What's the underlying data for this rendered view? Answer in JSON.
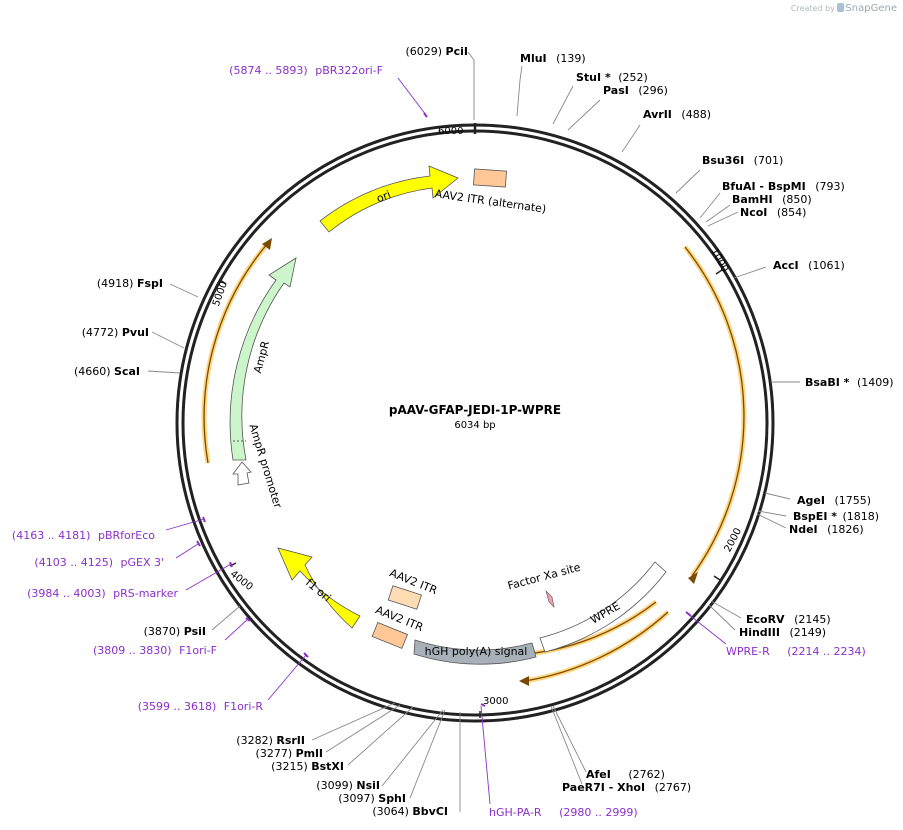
{
  "credit": {
    "prefix": "Created by",
    "brand": "SnapGene"
  },
  "plasmid": {
    "name": "pAAV-GFAP-JEDI-1P-WPRE",
    "size_label": "6034 bp",
    "length": 6034
  },
  "ticks": [
    {
      "pos": 1000,
      "label": "1000"
    },
    {
      "pos": 2000,
      "label": "2000"
    },
    {
      "pos": 3000,
      "label": "3000"
    },
    {
      "pos": 4000,
      "label": "4000"
    },
    {
      "pos": 5000,
      "label": "5000"
    },
    {
      "pos": 6000,
      "label": "6000"
    }
  ],
  "sites": [
    {
      "name": "PciI",
      "pos_label": "(6029)",
      "pos": 6029,
      "side": "left",
      "star": false
    },
    {
      "name": "MluI",
      "pos_label": "(139)",
      "pos": 139,
      "side": "right",
      "star": false
    },
    {
      "name": "StuI",
      "pos_label": "(252)",
      "pos": 252,
      "side": "right",
      "star": true
    },
    {
      "name": "PasI",
      "pos_label": "(296)",
      "pos": 296,
      "side": "right",
      "star": false
    },
    {
      "name": "AvrII",
      "pos_label": "(488)",
      "pos": 488,
      "side": "right",
      "star": false
    },
    {
      "name": "Bsu36I",
      "pos_label": "(701)",
      "pos": 701,
      "side": "right",
      "star": false
    },
    {
      "name": "BfuAI - BspMI",
      "pos_label": "(793)",
      "pos": 793,
      "side": "right",
      "star": false
    },
    {
      "name": "BamHI",
      "pos_label": "(850)",
      "pos": 850,
      "side": "right",
      "star": false
    },
    {
      "name": "NcoI",
      "pos_label": "(854)",
      "pos": 854,
      "side": "right",
      "star": false
    },
    {
      "name": "AccI",
      "pos_label": "(1061)",
      "pos": 1061,
      "side": "right",
      "star": false
    },
    {
      "name": "BsaBI",
      "pos_label": "(1409)",
      "pos": 1409,
      "side": "right",
      "star": true
    },
    {
      "name": "AgeI",
      "pos_label": "(1755)",
      "pos": 1755,
      "side": "right",
      "star": false
    },
    {
      "name": "BspEI",
      "pos_label": "(1818)",
      "pos": 1818,
      "side": "right",
      "star": true
    },
    {
      "name": "NdeI",
      "pos_label": "(1826)",
      "pos": 1826,
      "side": "right",
      "star": false
    },
    {
      "name": "EcoRV",
      "pos_label": "(2145)",
      "pos": 2145,
      "side": "right",
      "star": false
    },
    {
      "name": "HindIII",
      "pos_label": "(2149)",
      "pos": 2149,
      "side": "right",
      "star": false
    },
    {
      "name": "AfeI",
      "pos_label": "(2762)",
      "pos": 2762,
      "side": "right",
      "star": false
    },
    {
      "name": "PaeR7I - XhoI",
      "pos_label": "(2767)",
      "pos": 2767,
      "side": "right",
      "star": false
    },
    {
      "name": "BbvCI",
      "pos_label": "(3064)",
      "pos": 3064,
      "side": "left",
      "star": false
    },
    {
      "name": "SphI",
      "pos_label": "(3097)",
      "pos": 3097,
      "side": "left",
      "star": false
    },
    {
      "name": "NsiI",
      "pos_label": "(3099)",
      "pos": 3099,
      "side": "left",
      "star": false
    },
    {
      "name": "BstXI",
      "pos_label": "(3215)",
      "pos": 3215,
      "side": "left",
      "star": false
    },
    {
      "name": "PmlI",
      "pos_label": "(3277)",
      "pos": 3277,
      "side": "left",
      "star": false
    },
    {
      "name": "RsrII",
      "pos_label": "(3282)",
      "pos": 3282,
      "side": "left",
      "star": false
    },
    {
      "name": "PsiI",
      "pos_label": "(3870)",
      "pos": 3870,
      "side": "left",
      "star": false
    },
    {
      "name": "ScaI",
      "pos_label": "(4660)",
      "pos": 4660,
      "side": "left",
      "star": false
    },
    {
      "name": "PvuI",
      "pos_label": "(4772)",
      "pos": 4772,
      "side": "left",
      "star": false
    },
    {
      "name": "FspI",
      "pos_label": "(4918)",
      "pos": 4918,
      "side": "left",
      "star": false
    }
  ],
  "primers": [
    {
      "name": "pBR322ori-F",
      "range": "(5874 .. 5893)",
      "pos": 5884,
      "side": "left"
    },
    {
      "name": "WPRE-R",
      "range": "(2214 .. 2234)",
      "pos": 2224,
      "side": "right"
    },
    {
      "name": "hGH-PA-R",
      "range": "(2980 .. 2999)",
      "pos": 2990,
      "side": "right"
    },
    {
      "name": "F1ori-R",
      "range": "(3599 .. 3618)",
      "pos": 3609,
      "side": "left"
    },
    {
      "name": "F1ori-F",
      "range": "(3809 .. 3830)",
      "pos": 3820,
      "side": "left"
    },
    {
      "name": "pRS-marker",
      "range": "(3984 .. 4003)",
      "pos": 3994,
      "side": "left"
    },
    {
      "name": "pGEX 3'",
      "range": "(4103 .. 4125)",
      "pos": 4114,
      "side": "left"
    },
    {
      "name": "pBRforEco",
      "range": "(4163 .. 4181)",
      "pos": 4172,
      "side": "left"
    }
  ],
  "features": [
    {
      "name": "ori",
      "kind": "arrow",
      "color": "#ffff00"
    },
    {
      "name": "AAV2 ITR (alternate)",
      "kind": "box",
      "color": "#ffc896"
    },
    {
      "name": "WPRE",
      "kind": "arrow",
      "color": "#ffffff"
    },
    {
      "name": "Factor Xa site",
      "kind": "box",
      "color": "#f0a0b0"
    },
    {
      "name": "hGH poly(A) signal",
      "kind": "box",
      "color": "#a8b0b8"
    },
    {
      "name": "AAV2 ITR",
      "kind": "box",
      "color": "#ffdcb4"
    },
    {
      "name": "AAV2 ITR",
      "kind": "box",
      "color": "#ffc896"
    },
    {
      "name": "f1 ori",
      "kind": "arrow",
      "color": "#ffff00"
    },
    {
      "name": "AmpR",
      "kind": "arrow",
      "color": "#ccf5cc"
    },
    {
      "name": "AmpR promoter",
      "kind": "arrow",
      "color": "#ffffff"
    }
  ],
  "colors": {
    "primer": "#8b2fc9",
    "orf": "#ffb733",
    "backbone": "#222222"
  }
}
